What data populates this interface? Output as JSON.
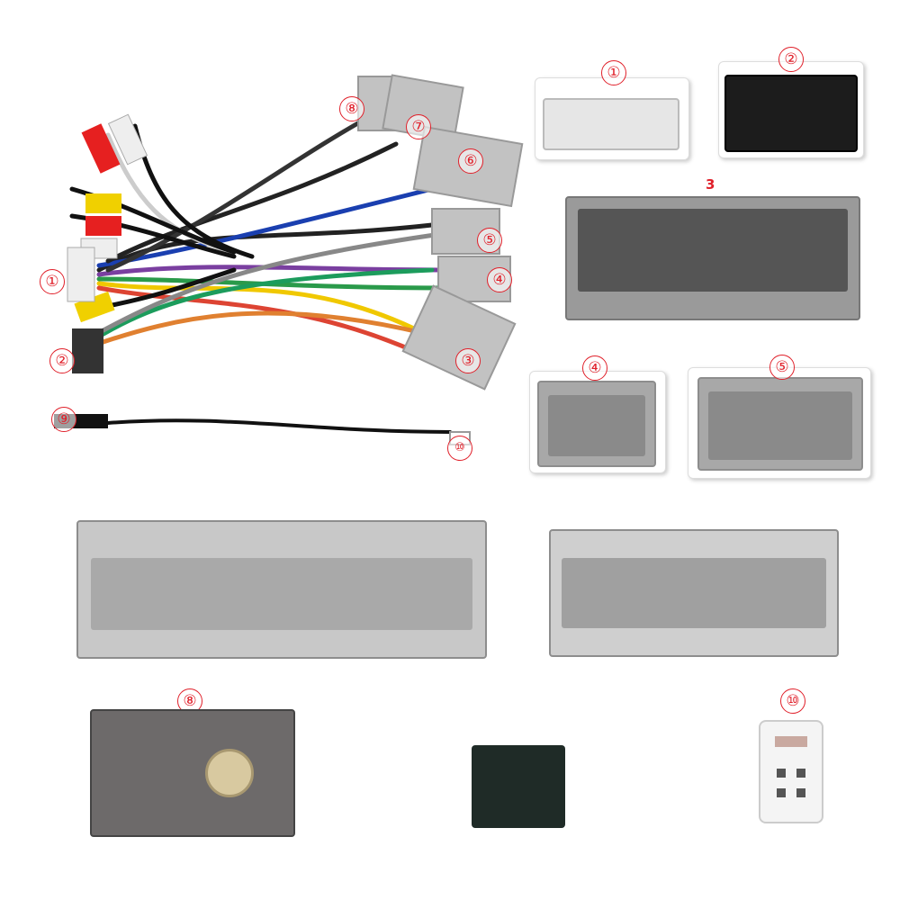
{
  "harness_labels": [
    "①",
    "②",
    "③",
    "④",
    "⑤",
    "⑥",
    "⑦",
    "⑧",
    "⑨",
    "⑩"
  ],
  "detail_labels": {
    "c1": "①",
    "c2": "②",
    "c3": "3",
    "c4": "④",
    "c5": "⑤",
    "c8": "⑧",
    "c10": "⑩"
  },
  "colors": {
    "label": "#e0202a",
    "connector_gray": "#b9b9b9"
  }
}
